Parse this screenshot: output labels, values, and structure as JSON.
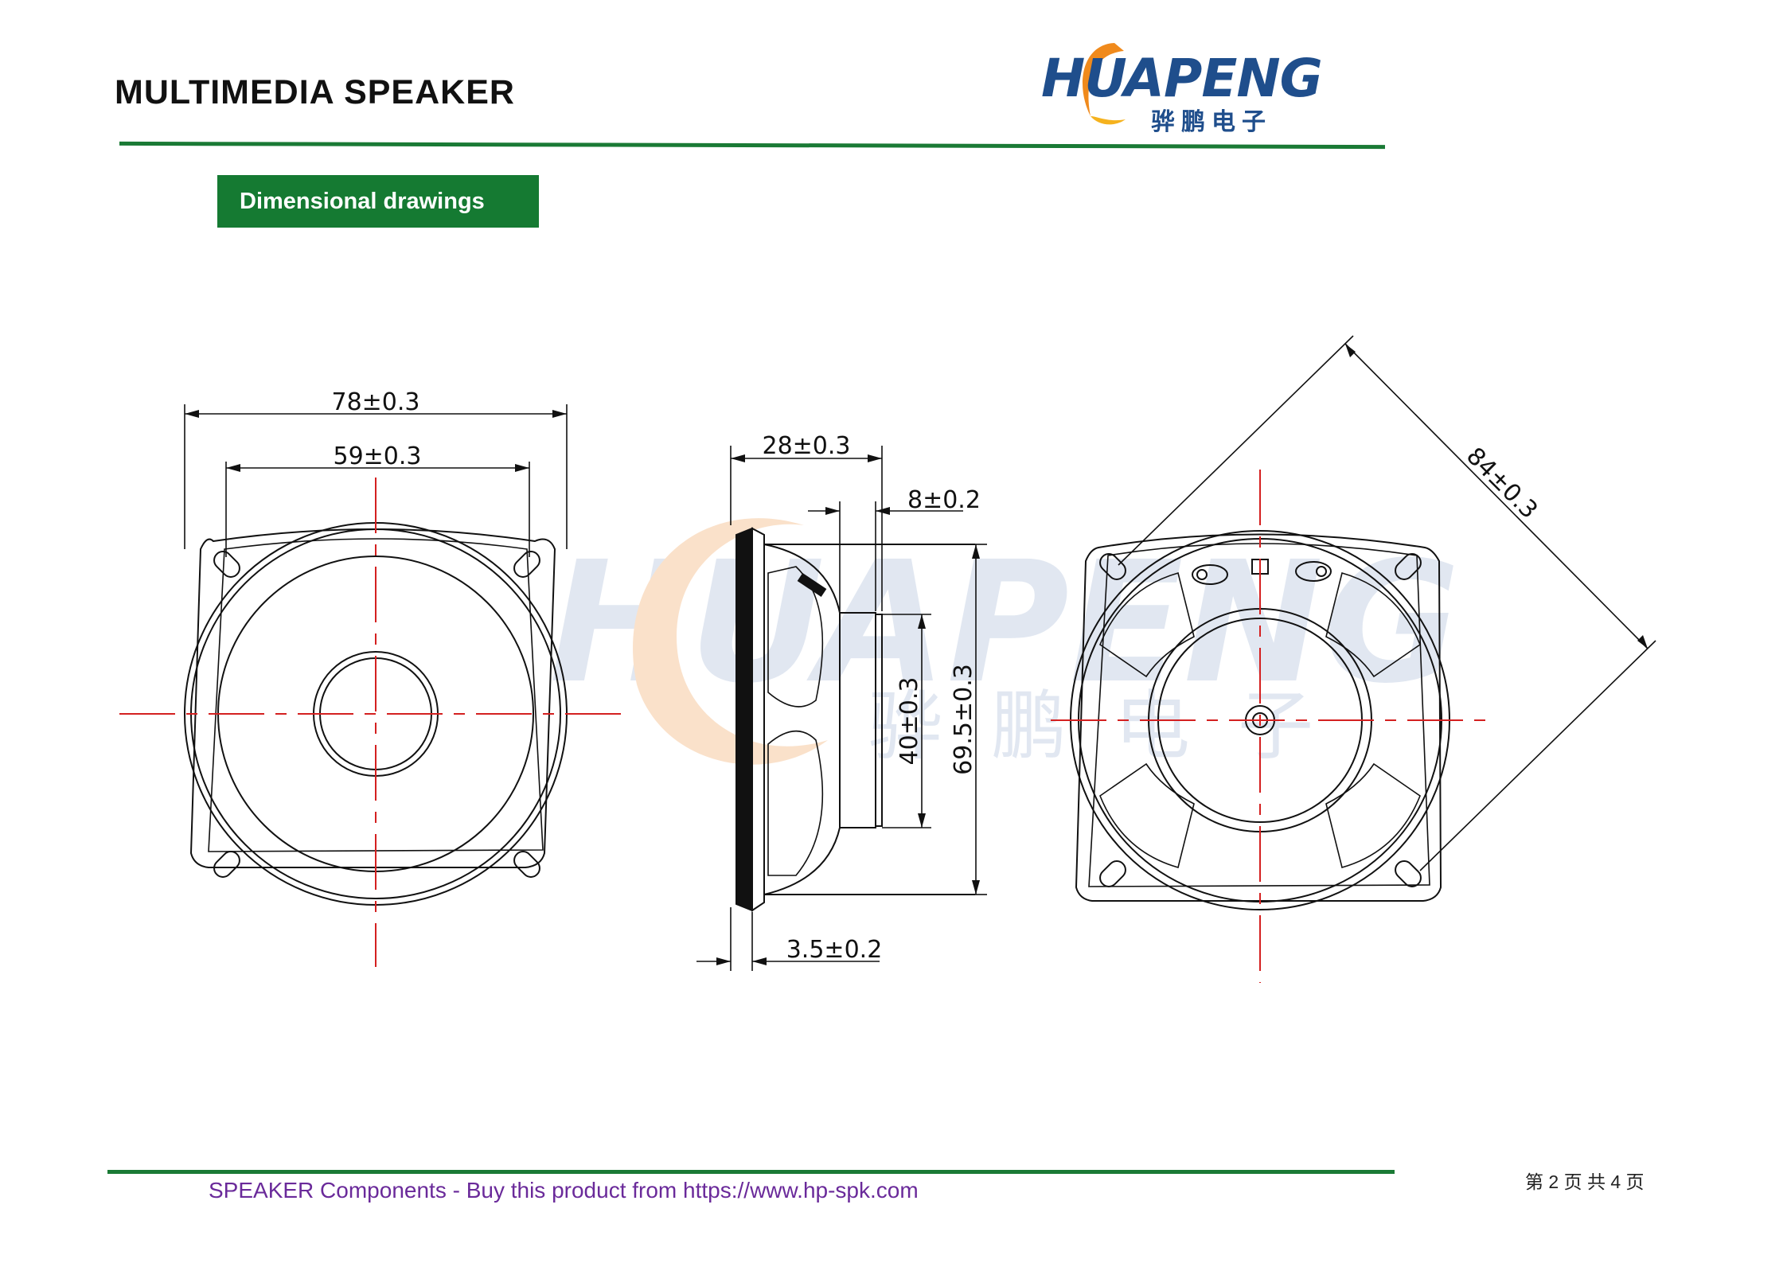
{
  "header": {
    "title": "MULTIMEDIA SPEAKER",
    "logo_word": "HUAPENG",
    "logo_cn": "骅鹏电子"
  },
  "section": {
    "label": "Dimensional drawings"
  },
  "drawing": {
    "front_outer_width": "78±0.3",
    "front_hole_spacing": "59±0.3",
    "side_depth": "28±0.3",
    "side_magnet_height": "8±0.2",
    "side_magnet_diameter": "40±0.3",
    "side_overall_height": "69.5±0.3",
    "side_flange_thickness": "3.5±0.2",
    "rear_diagonal": "84±0.3"
  },
  "footer": {
    "text": "SPEAKER Components - Buy this product from https://www.hp-spk.com",
    "page_label": "第 2 页 共 4 页"
  },
  "colors": {
    "brand_green": "#157a32",
    "centerline_red": "#d42020",
    "logo_blue": "#1f4e8c",
    "footer_purple": "#6a2a9a"
  }
}
